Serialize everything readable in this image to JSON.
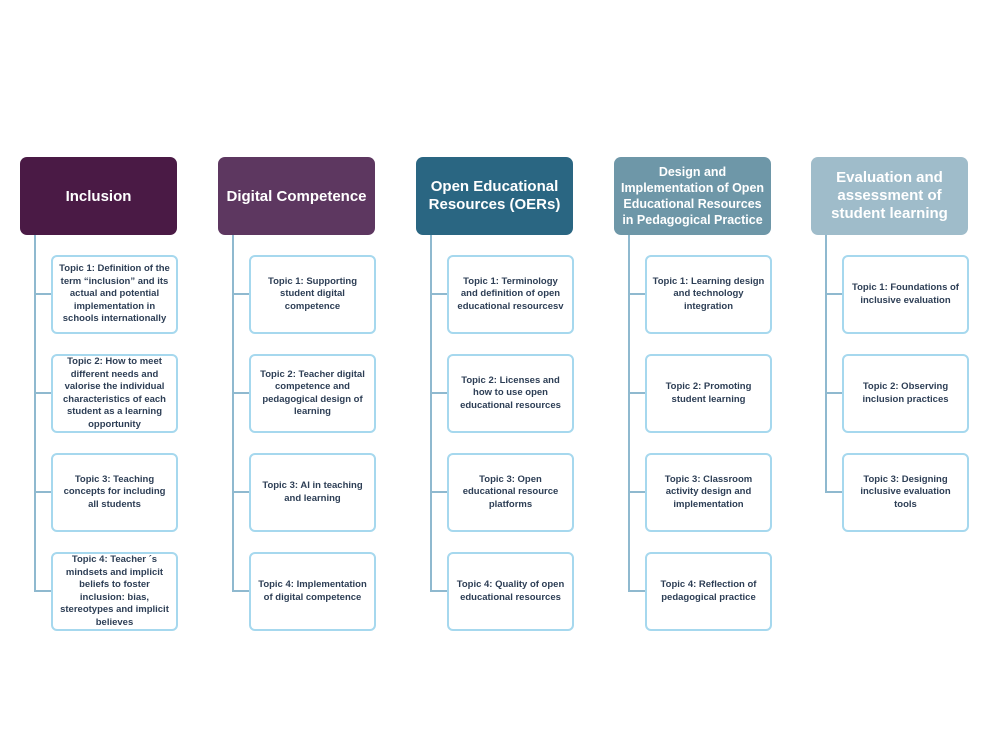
{
  "columns": [
    {
      "title": "Inclusion",
      "topics": [
        "Topic 1: Definition of the term “inclusion” and its actual and potential implementation in schools internationally",
        "Topic 2: How to meet different needs and valorise the individual characteristics of each student as a learning opportunity",
        "Topic 3: Teaching concepts for including all students",
        "Topic 4: Teacher ´s mindsets and implicit beliefs to foster inclusion: bias, stereotypes and implicit believes"
      ]
    },
    {
      "title": "Digital Competence",
      "topics": [
        "Topic 1: Supporting student digital competence",
        "Topic 2: Teacher digital competence and pedagogical design of learning",
        "Topic 3: AI in teaching and learning",
        "Topic 4: Implementation of digital competence"
      ]
    },
    {
      "title": "Open Educational Resources (OERs)",
      "topics": [
        "Topic 1: Terminology and definition of open educational resourcesv",
        "Topic 2: Licenses and how to use open educational resources",
        "Topic 3: Open educational resource platforms",
        "Topic 4: Quality of open educational resources"
      ]
    },
    {
      "title": "Design and Implementation of Open Educational Resources in Pedagogical Practice",
      "topics": [
        "Topic 1: Learning design and technology integration",
        "Topic 2: Promoting student learning",
        "Topic 3: Classroom activity design and implementation",
        "Topic 4: Reflection of pedagogical practice"
      ]
    },
    {
      "title": "Evaluation and assessment of student learning",
      "topics": [
        "Topic 1: Foundations of inclusive evaluation",
        "Topic 2: Observing inclusion practices",
        "Topic 3: Designing inclusive evaluation tools"
      ]
    }
  ]
}
